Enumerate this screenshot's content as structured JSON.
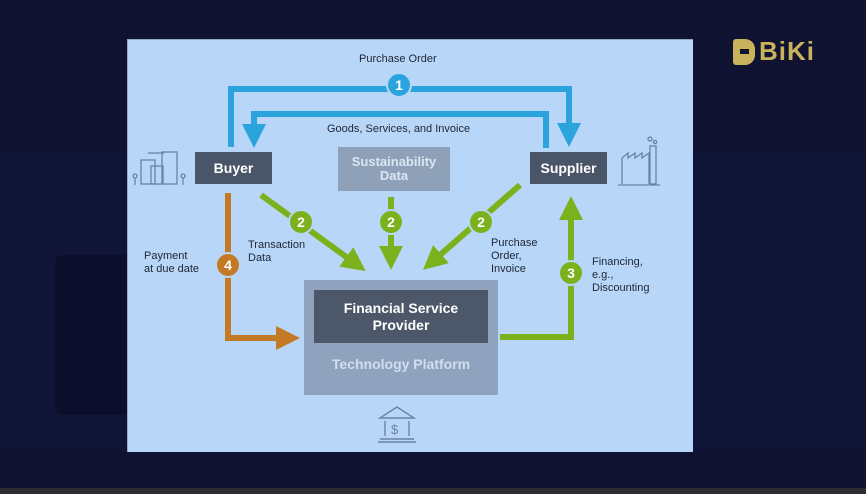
{
  "brand": {
    "name": "BiKi",
    "logo_icon": "biki-logo-icon",
    "color": "#c9b35a"
  },
  "diagram": {
    "colors": {
      "background": "#b8d7f8",
      "blue": "#2ba3dd",
      "green": "#7cb11e",
      "orange": "#c47a25",
      "dark_box": "#4a5568",
      "platform": "#8fa3bf"
    },
    "nodes": {
      "buyer": "Buyer",
      "supplier": "Supplier",
      "sustainability": "Sustainability Data",
      "fsp": "Financial Service Provider",
      "platform": "Technology Platform"
    },
    "icons": {
      "buyer": "office-buildings-icon",
      "supplier": "factory-icon",
      "platform": "bank-icon"
    },
    "flows": [
      {
        "step": "1",
        "label": "Purchase Order",
        "color": "blue"
      },
      {
        "step": "",
        "label": "Goods, Services, and Invoice",
        "color": "blue"
      },
      {
        "step": "2",
        "label": "Transaction Data",
        "color": "green"
      },
      {
        "step": "2",
        "label": "",
        "color": "green"
      },
      {
        "step": "2",
        "label": "Purchase Order, Invoice",
        "color": "green"
      },
      {
        "step": "3",
        "label": "Financing, e.g., Discounting",
        "color": "green"
      },
      {
        "step": "4",
        "label": "Payment at due date",
        "color": "orange"
      }
    ],
    "labels": {
      "purchase_order": "Purchase Order",
      "goods": "Goods, Services, and Invoice",
      "transaction_1": "Transaction",
      "transaction_2": "Data",
      "payment_1": "Payment",
      "payment_2": "at due date",
      "po_inv_1": "Purchase",
      "po_inv_2": "Order,",
      "po_inv_3": "Invoice",
      "fin_1": "Financing,",
      "fin_2": "e.g.,",
      "fin_3": "Discounting",
      "sust_1": "Sustainability",
      "sust_2": "Data",
      "fsp_1": "Financial Service",
      "fsp_2": "Provider"
    },
    "badges": {
      "one": "1",
      "two": "2",
      "three": "3",
      "four": "4"
    }
  }
}
